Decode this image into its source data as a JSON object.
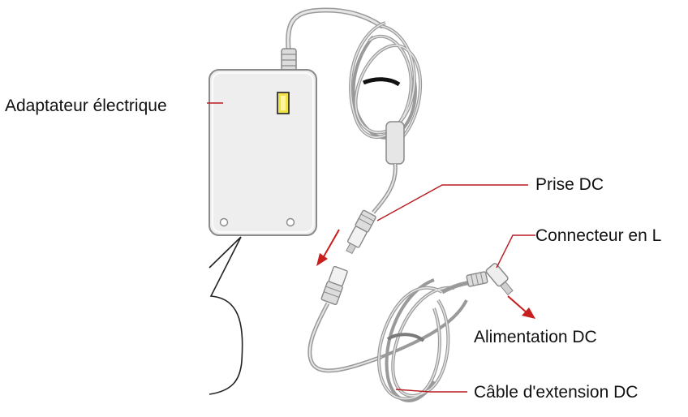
{
  "labels": {
    "adapter": "Adaptateur électrique",
    "dc_plug": "Prise DC",
    "l_connector": "Connecteur en L",
    "dc_power": "Alimentation DC",
    "extension_cable": "Câble d'extension DC"
  },
  "colors": {
    "leader": "#b81c22",
    "arrow": "#c81e1e",
    "cable": "#8f8f8f",
    "adapter_body": "#eeeeee",
    "led": "#f2e24a"
  }
}
